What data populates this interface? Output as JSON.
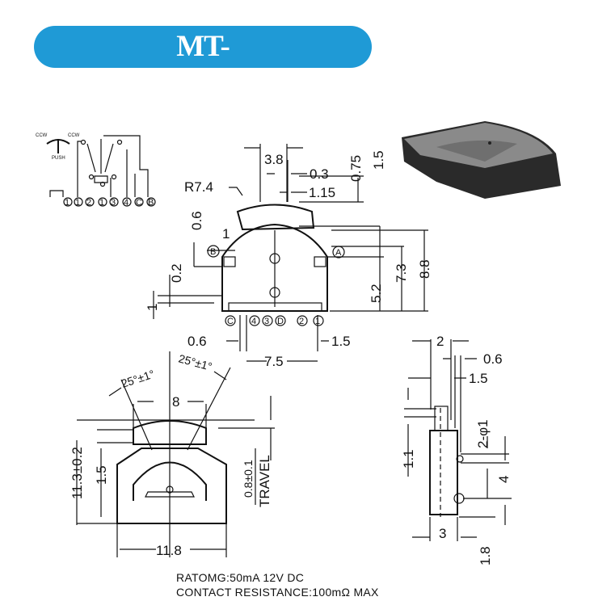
{
  "title": "MT-012(UP/DOWN/ENTER)",
  "schematic": {
    "ccw_left": "CCW",
    "ccw_right": "CCW",
    "push": "PUSH",
    "pins": [
      "1",
      "1",
      "2",
      "1",
      "3",
      "4",
      "C",
      "B"
    ]
  },
  "top_view": {
    "dims": {
      "d38": "3.8",
      "d03": "0.3",
      "d115": "1.15",
      "d075": "0.75",
      "d15a": "1.5",
      "r74": "R7.4",
      "d06a": "0.6",
      "d1a": "1",
      "d02": "0.2",
      "d1b": "1",
      "d52": "5.2",
      "d73": "7.3",
      "d88": "8.8",
      "d06b": "0.6",
      "d15b": "1.5",
      "d75": "7.5"
    },
    "markers": {
      "a": "A",
      "b": "B"
    },
    "pins": [
      "C",
      "4",
      "3",
      "D",
      "2",
      "1"
    ]
  },
  "front_view": {
    "dims": {
      "angle_left": "25°±1°",
      "angle_right": "25°±1°",
      "d8": "8",
      "d113": "11.3±0.2",
      "d15": "1.5",
      "travel_value": "0.8±0.1",
      "travel_label": "TRAVEL",
      "d118": "11.8"
    }
  },
  "side_view": {
    "dims": {
      "d2": "2",
      "d06": "0.6",
      "d15": "1.5",
      "hole": "2-φ1",
      "d11": "1.1",
      "d4": "4",
      "d3": "3",
      "d18": "1.8"
    }
  },
  "footer": {
    "rating": "RATOMG:50mA 12V DC",
    "contact_resistance": "CONTACT RESISTANCE:100mΩ MAX"
  }
}
